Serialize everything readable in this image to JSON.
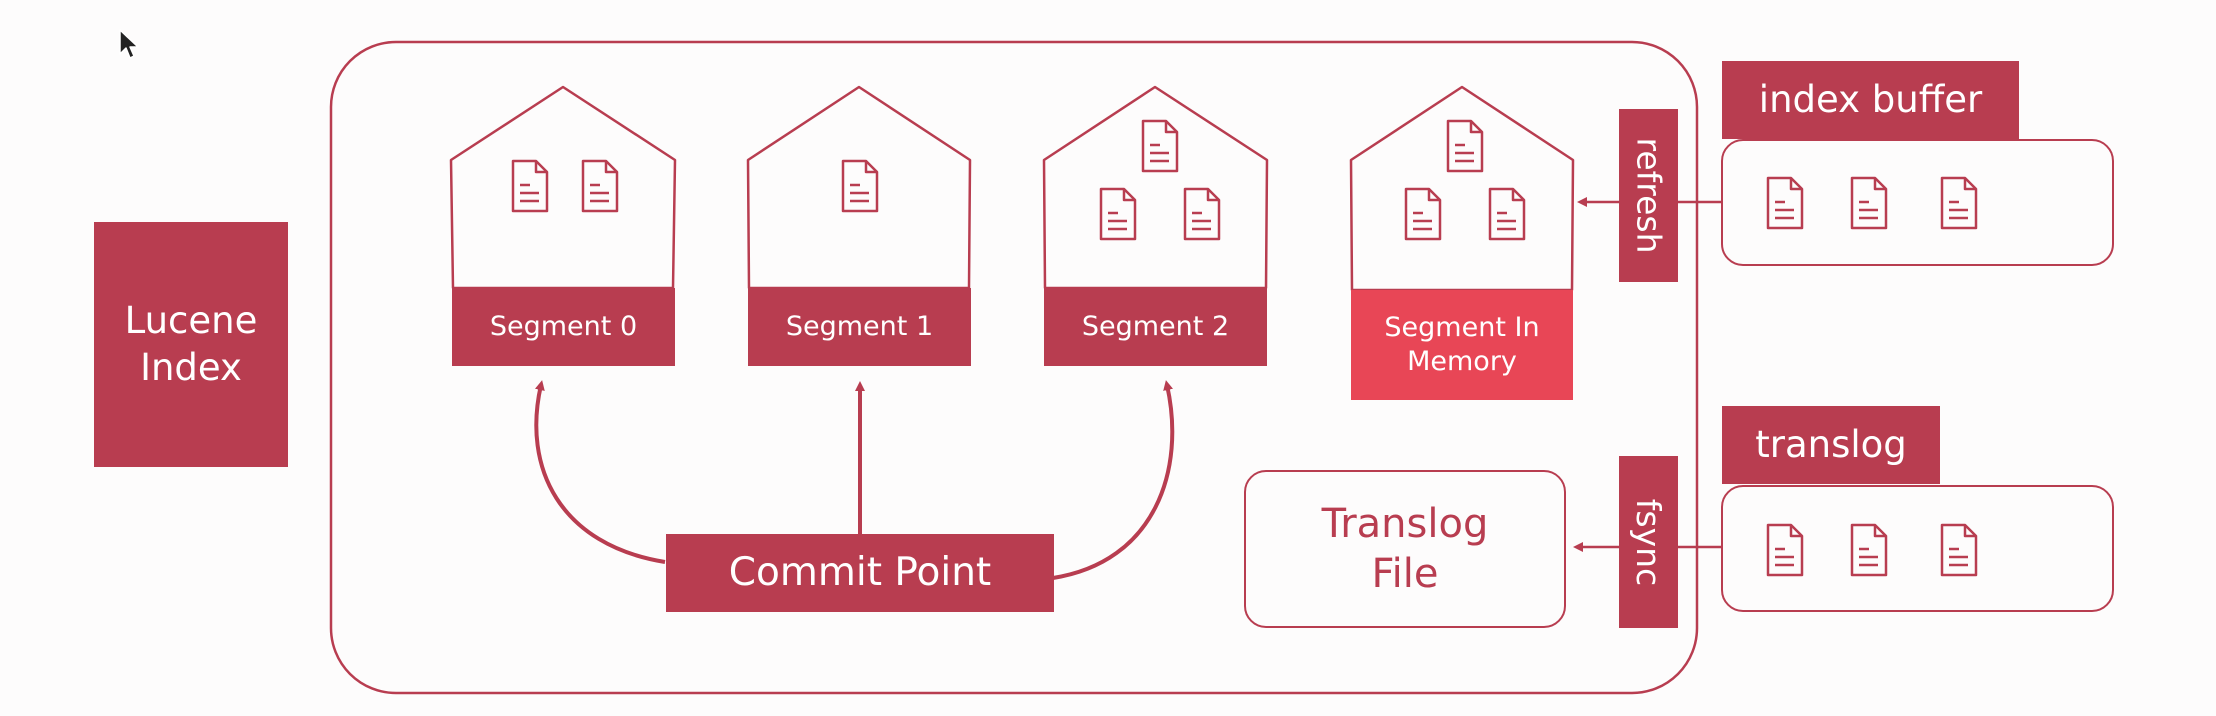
{
  "lucene_index": {
    "label_line1": "Lucene",
    "label_line2": "Index"
  },
  "segments": [
    {
      "label": "Segment 0",
      "doc_count": 2
    },
    {
      "label": "Segment 1",
      "doc_count": 1
    },
    {
      "label": "Segment 2",
      "doc_count": 3
    }
  ],
  "memory_segment": {
    "label_line1": "Segment In",
    "label_line2": "Memory",
    "doc_count": 3
  },
  "commit_point": {
    "label": "Commit Point"
  },
  "index_buffer": {
    "label": "index buffer",
    "doc_count": 3
  },
  "translog": {
    "label": "translog",
    "doc_count": 3
  },
  "translog_file": {
    "label_line1": "Translog",
    "label_line2": "File"
  },
  "actions": {
    "refresh": "refresh",
    "fsync": "fsync"
  },
  "colors": {
    "primary": "#b83d50",
    "accent": "#e84656",
    "background": "#fdfcfc"
  },
  "icons": {
    "document": "document-icon",
    "cursor": "mouse-cursor-icon"
  }
}
